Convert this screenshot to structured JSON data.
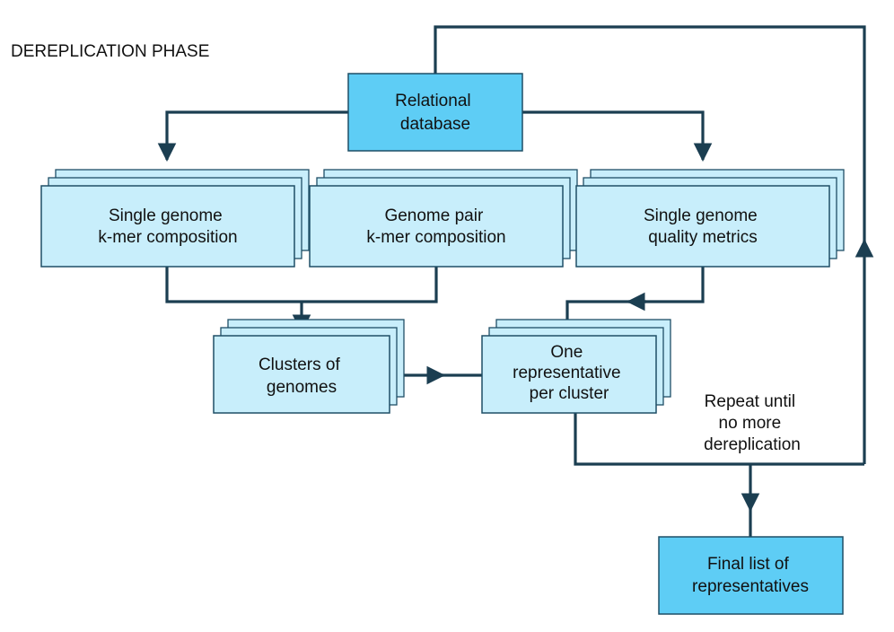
{
  "phase_title": "DEREPLICATION PHASE",
  "colors": {
    "primary_box": "#5ecdf5",
    "stacked_box": "#c8eefb",
    "box_border": "#1f4f66",
    "line": "#1b3e51"
  },
  "nodes": {
    "relational_database": {
      "lines": [
        "Relational",
        "database"
      ]
    },
    "single_genome_kmer": {
      "lines": [
        "Single genome",
        "k-mer composition"
      ]
    },
    "genome_pair_kmer": {
      "lines": [
        "Genome pair",
        "k-mer composition"
      ]
    },
    "single_genome_quality": {
      "lines": [
        "Single genome",
        "quality metrics"
      ]
    },
    "clusters_of_genomes": {
      "lines": [
        "Clusters of",
        "genomes"
      ]
    },
    "one_representative": {
      "lines": [
        "One",
        "representative",
        "per cluster"
      ]
    },
    "final_list": {
      "lines": [
        "Final list of",
        "representatives"
      ]
    }
  },
  "loop_note": {
    "lines": [
      "Repeat until",
      "no more",
      "dereplication"
    ]
  }
}
